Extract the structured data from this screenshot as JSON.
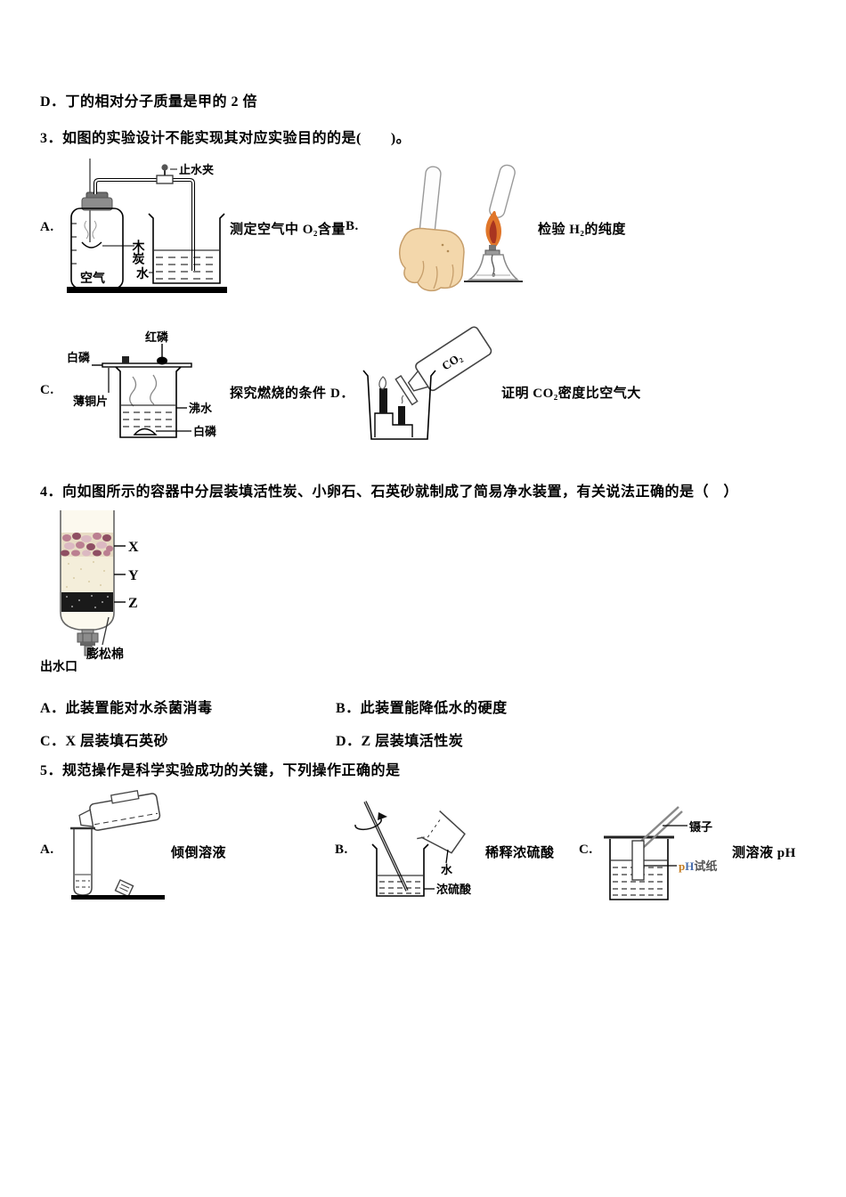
{
  "colors": {
    "ink": "#000000",
    "skin": "#f3d7ab",
    "skin_line": "#c69e6b",
    "flame_outer": "#e0762a",
    "flame_inner": "#a93520",
    "layer_x_bg": "#e8dcc4",
    "layer_y_bg": "#f4eeda",
    "layer_z_bg": "#1a1a1a",
    "pebble_dark": "#8f4f63",
    "pebble_mid": "#bb7f91",
    "pebble_light": "#dcb9c2",
    "ph_p_color": "#c27a1e",
    "ph_h_color": "#4a6fae"
  },
  "q2": {
    "option_d": "D．丁的相对分子质量是甲的 2 倍"
  },
  "q3": {
    "stem": "3．如图的实验设计不能实现其对应实验目的的是(　　)。",
    "a": {
      "label": "A.",
      "caption": "测定空气中 O₂含量",
      "labels": {
        "clamp": "止水夹",
        "charcoal": "木炭",
        "water": "水",
        "air": "空气"
      }
    },
    "b": {
      "label": "B.",
      "caption": "检验 H₂的纯度"
    },
    "c": {
      "label": "C.",
      "caption": "探究燃烧的条件",
      "labels": {
        "red_p": "红磷",
        "white_p_top": "白磷",
        "copper": "薄铜片",
        "boiling": "沸水",
        "white_p_bottom": "白磷"
      }
    },
    "d": {
      "label": "D．",
      "caption": "证明 CO₂密度比空气大",
      "labels": {
        "gas": "CO₂"
      }
    }
  },
  "q4": {
    "stem": "4．向如图所示的容器中分层装填活性炭、小卵石、石英砂就制成了简易净水装置，有关说法正确的是（　）",
    "diagram": {
      "x": "X",
      "y": "Y",
      "z": "Z",
      "cotton": "膨松棉",
      "outlet": "出水口"
    },
    "options": {
      "a": "A．此装置能对水杀菌消毒",
      "b": "B．此装置能降低水的硬度",
      "c": "C．X 层装填石英砂",
      "d": "D．Z 层装填活性炭"
    }
  },
  "q5": {
    "stem": "5．规范操作是科学实验成功的关键，下列操作正确的是",
    "a": {
      "label": "A.",
      "caption": "倾倒溶液"
    },
    "b": {
      "label": "B.",
      "caption": "稀释浓硫酸",
      "labels": {
        "water": "水",
        "acid": "浓硫酸"
      }
    },
    "c": {
      "label": "C.",
      "caption": "测溶液 pH",
      "labels": {
        "tweezers": "镊子",
        "ph_p": "p",
        "ph_h": "H",
        "ph_rest": "试纸"
      }
    }
  }
}
